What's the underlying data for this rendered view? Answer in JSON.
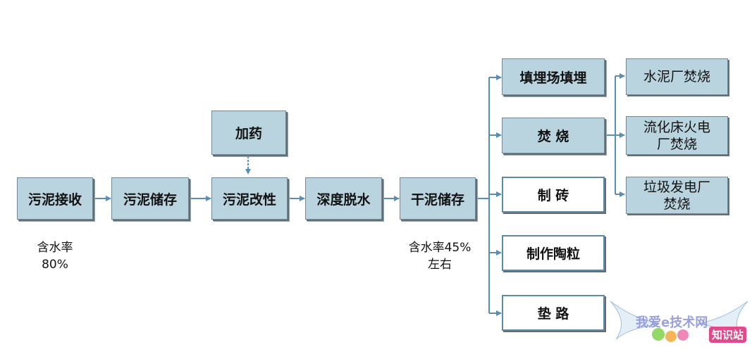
{
  "process_chain": [
    {
      "id": "receive",
      "label": "污泥接收"
    },
    {
      "id": "store",
      "label": "污泥储存"
    },
    {
      "id": "modify",
      "label": "污泥改性"
    },
    {
      "id": "dewater",
      "label": "深度脱水"
    },
    {
      "id": "dry_store",
      "label": "干泥储存"
    }
  ],
  "additive": {
    "label": "加药"
  },
  "moisture_notes": {
    "initial": {
      "line1": "含水率",
      "line2": "80%"
    },
    "final": {
      "line1": "含水率45%",
      "line2": "左右"
    }
  },
  "destinations": [
    {
      "id": "landfill",
      "label": "填埋场填埋"
    },
    {
      "id": "incinerate",
      "label": "焚 烧"
    },
    {
      "id": "brick",
      "label": "制 砖"
    },
    {
      "id": "ceramsite",
      "label": "制作陶粒"
    },
    {
      "id": "road",
      "label": "垫 路"
    }
  ],
  "incineration_options": [
    {
      "id": "cement",
      "line1": "水泥厂焚烧",
      "line2": ""
    },
    {
      "id": "fluidized",
      "line1": "流化床火电",
      "line2": "厂焚烧"
    },
    {
      "id": "waste_power",
      "line1": "垃圾发电厂",
      "line2": "焚烧"
    }
  ],
  "watermark": {
    "text_cn": "我爱e技术网",
    "text_badge": "知识站"
  },
  "colors": {
    "box_fill": "#b9d4df",
    "box_border": "#6f8996",
    "dest_border": "#5a8aa8",
    "connector": "#5b8db0"
  }
}
